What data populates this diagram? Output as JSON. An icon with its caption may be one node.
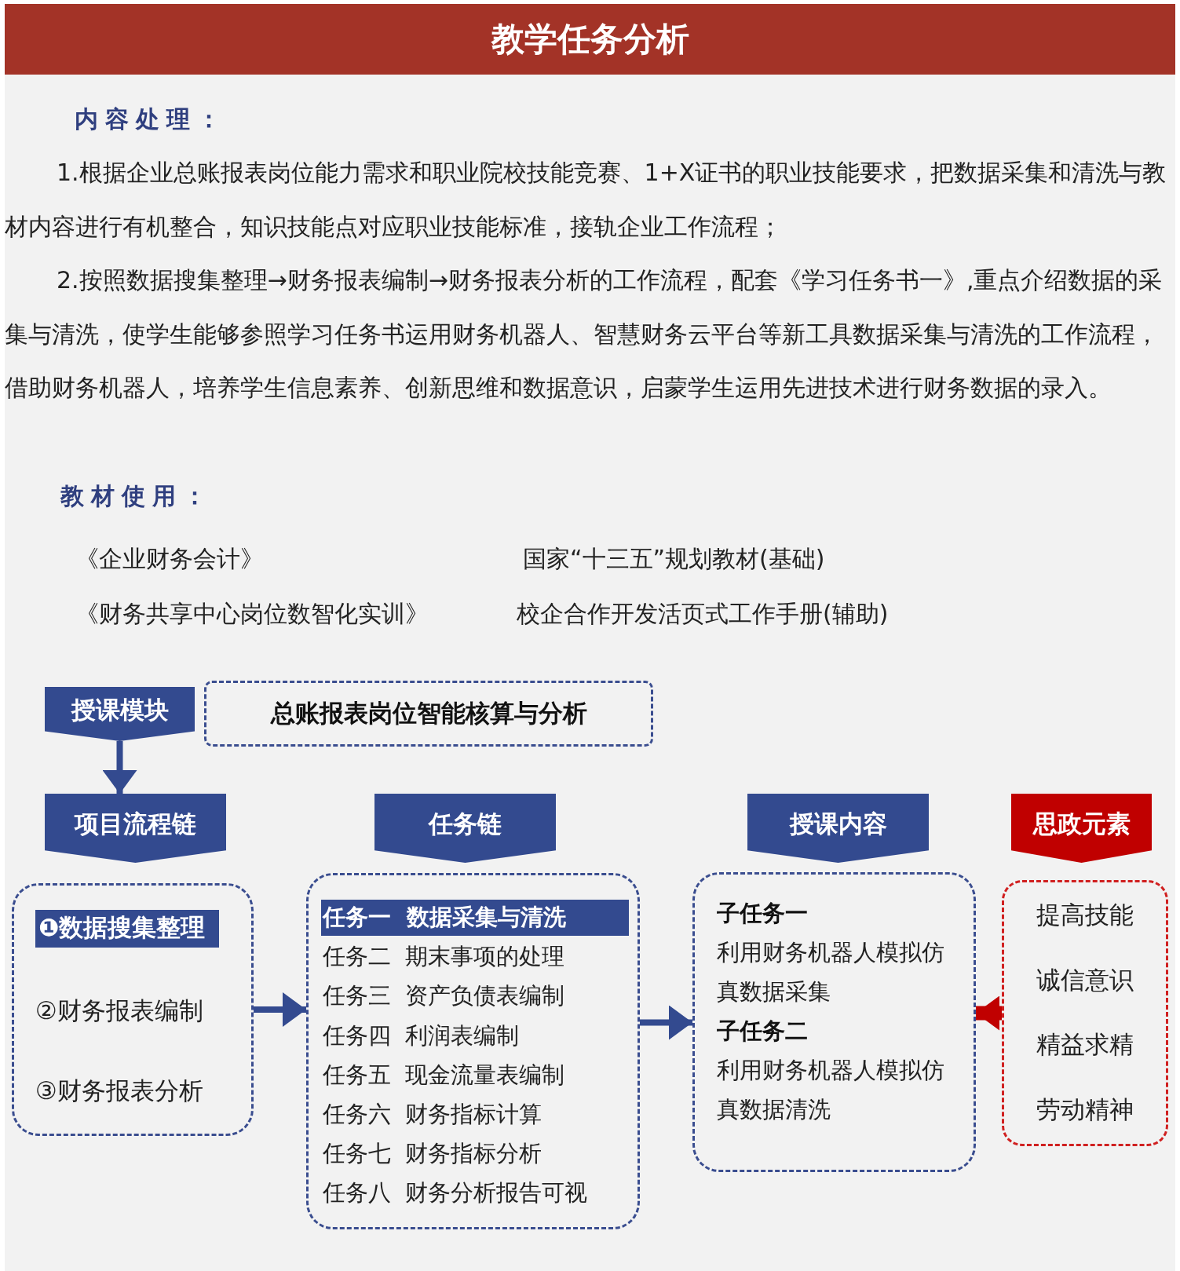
{
  "diagram": {
    "title": "教学任务分析",
    "nodes": [
      {
        "text": [
          "授课模块"
        ]
      },
      {
        "text": [
          "总账报表岗位智能核算与分析"
        ]
      },
      {
        "text": [
          "项目流程链"
        ]
      },
      {
        "text": [],
        "shape": "box"
      },
      {
        "text": [
          "❶数据搜集整理"
        ],
        "in": 3
      },
      {
        "text": [
          "②财务报表编制"
        ],
        "in": 3
      },
      {
        "text": [
          "③财务报表分析"
        ],
        "in": 3
      },
      {
        "text": [
          "任务链"
        ]
      },
      {
        "text": [],
        "shape": "box"
      },
      {
        "text": [
          "任务一  数据采集与清洗"
        ],
        "in": 8
      },
      {
        "text": [
          "任务二  期末事项的处理"
        ],
        "in": 8
      },
      {
        "text": [
          "任务三  资产负债表编制"
        ],
        "in": 8
      },
      {
        "text": [
          "任务四  利润表编制"
        ],
        "in": 8
      },
      {
        "text": [
          "任务五  现金流量表编制"
        ],
        "in": 8
      },
      {
        "text": [
          "任务六  财务指标计算"
        ],
        "in": 8
      },
      {
        "text": [
          "任务七  财务指标分析"
        ],
        "in": 8
      },
      {
        "text": [
          "任务八  财务分析报告可视"
        ],
        "in": 8
      },
      {
        "text": [
          "授课内容"
        ]
      },
      {
        "text": [
          "子任务一",
          "利用财务机器人模拟仿真数据采集",
          "子任务二",
          "利用财务机器人模拟仿真数据清洗"
        ]
      },
      {
        "text": [
          "思政元素"
        ]
      },
      {
        "text": [
          "提高技能",
          "诚信意识",
          "精益求精",
          "劳动精神"
        ]
      }
    ],
    "edges": [
      {
        "from": 0,
        "to": 2,
        "arrow": "to"
      },
      {
        "from": 3,
        "to": 8,
        "arrow": "to"
      },
      {
        "from": 8,
        "to": 18,
        "arrow": "to"
      },
      {
        "from": 20,
        "to": 18,
        "arrow": "to",
        "style": "thick",
        "color": "#c00000"
      }
    ],
    "labels": [
      "内容处理：",
      "1.根据企业总账报表岗位能力需求和职业院校技能竞赛、1+X证书的职业技能要求，把数据采集和清洗与教材内容进行有机整合，知识技能点对应职业技能标准，接轨企业工作流程；",
      "2.按照数据搜集整理→财务报表编制→财务报表分析的工作流程，配套《学习任务书一》,重点介绍数据的采集与清洗，使学生能够参照学习任务书运用财务机器人、智慧财务云平台等新工具数据采集与清洗的工作流程，借助财务机器人，培养学生信息素养、创新思维和数据意识，启蒙学生运用先进技术进行财务数据的录入。",
      "教材使用：",
      "《企业财务会计》",
      "国家“十三五”规划教材(基础)",
      "《财务共享中心岗位数智化实训》",
      "校企合作开发活页式工作手册(辅助)"
    ]
  }
}
